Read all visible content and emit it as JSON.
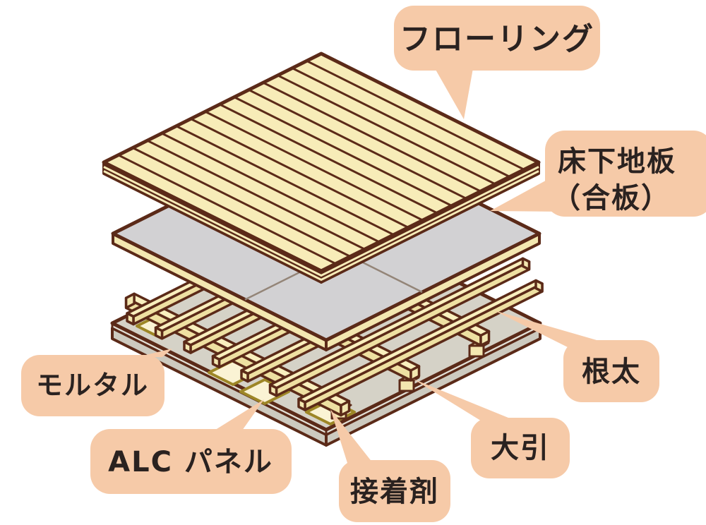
{
  "diagram": {
    "type": "exploded-isometric-floor-construction",
    "callouts": {
      "flooring": {
        "label": "フローリング"
      },
      "subfloor": {
        "line1": "床下地板",
        "line2": "（合板）"
      },
      "joist": {
        "label": "根太"
      },
      "girder": {
        "label": "大引"
      },
      "adhesive": {
        "label": "接着剤"
      },
      "alc_panel": {
        "label": "ALC パネル"
      },
      "mortar": {
        "label": "モルタル"
      }
    },
    "colors": {
      "callout_bg": "#f6caa8",
      "text": "#2a2220",
      "outline_brown": "#5b2a18",
      "flooring_top": "#f7ecb8",
      "beam_top": "#f9efbe",
      "beam_side": "#eee0a2",
      "plywood_gray": "#d2d1d3",
      "plywood_edge": "#f3e7b0",
      "slab_top_gray": "#d5d2c7",
      "mortar_edge": "#e3e0d6",
      "alc_edge": "#cdcabf",
      "adhesive_fill": "#faf3d4",
      "adhesive_border": "#9d8626"
    }
  }
}
